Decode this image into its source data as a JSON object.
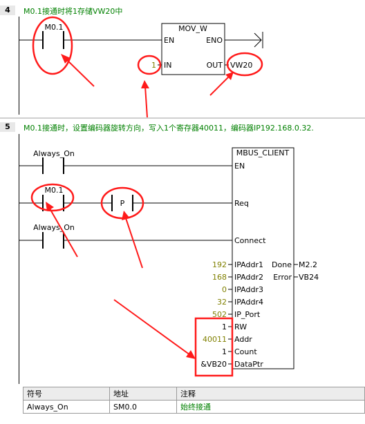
{
  "networks": [
    {
      "number": "4",
      "comment": "M0.1接通时将1存储VW20中"
    },
    {
      "number": "5",
      "comment": "M0.1接通时，设置编码器旋转方向，写入1个寄存器40011，编码器IP192.168.0.32."
    }
  ],
  "net4": {
    "contact_label": "M0.1",
    "block_title": "MOV_W",
    "en": "EN",
    "eno": "ENO",
    "in_label": "IN",
    "out_label": "OUT",
    "in_value": "1",
    "out_value": "VW20"
  },
  "net5": {
    "always_on_1": "Always_On",
    "m01": "M0.1",
    "p_contact": "P",
    "always_on_2": "Always_On",
    "block_title": "MBUS_CLIENT",
    "pin_en": "EN",
    "pin_req": "Req",
    "pin_connect": "Connect",
    "inputs": [
      {
        "value": "192",
        "pin": "IPAddr1"
      },
      {
        "value": "168",
        "pin": "IPAddr2"
      },
      {
        "value": "0",
        "pin": "IPAddr3"
      },
      {
        "value": "32",
        "pin": "IPAddr4"
      },
      {
        "value": "502",
        "pin": "IP_Port"
      },
      {
        "value": "1",
        "pin": "RW"
      },
      {
        "value": "40011",
        "pin": "Addr"
      },
      {
        "value": "1",
        "pin": "Count"
      },
      {
        "value": "&VB20",
        "pin": "DataPtr"
      }
    ],
    "outputs": [
      {
        "pin": "Done",
        "value": "M2.2"
      },
      {
        "pin": "Error",
        "value": "VB24"
      }
    ]
  },
  "symbol_table": {
    "headers": [
      "符号",
      "地址",
      "注释"
    ],
    "rows": [
      [
        "Always_On",
        "SM0.0",
        "始终接通"
      ]
    ]
  },
  "colors": {
    "comment": "#008000",
    "constant": "#808000",
    "annotation": "#ff0000"
  }
}
